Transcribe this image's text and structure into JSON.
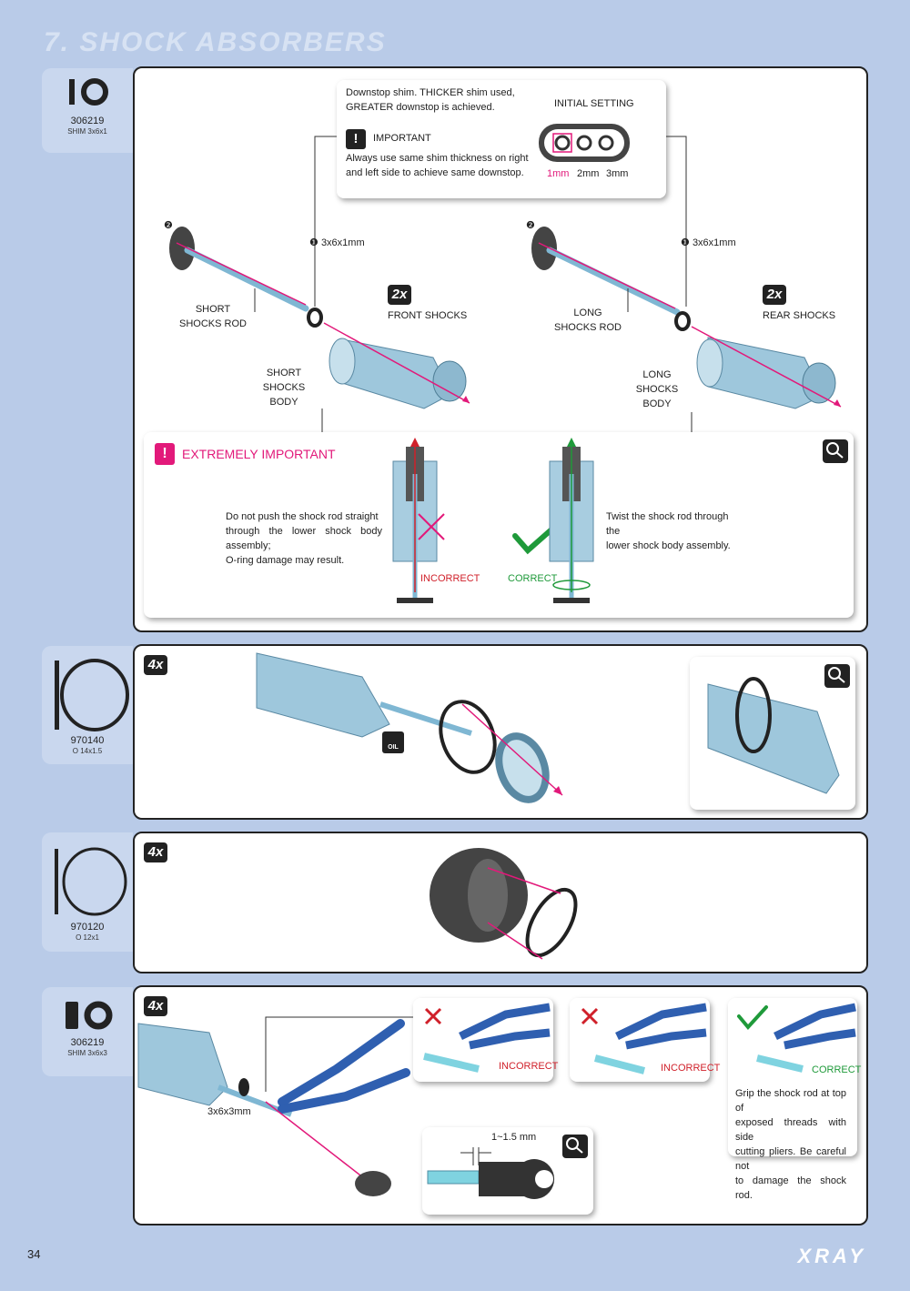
{
  "page_title": "7. SHOCK ABSORBERS",
  "page_number": "34",
  "brand": "XRAY",
  "parts": [
    {
      "number": "306219",
      "desc": "SHIM 3x6x1"
    },
    {
      "number": "970140",
      "desc": "O 14x1.5"
    },
    {
      "number": "970120",
      "desc": "O 12x1"
    },
    {
      "number": "306219",
      "desc": "SHIM 3x6x3"
    }
  ],
  "step1": {
    "info_text_1": "Downstop shim. THICKER shim used,",
    "info_text_2": "GREATER downstop is achieved.",
    "important_label": "IMPORTANT",
    "important_text_1": "Always use same shim thickness on right",
    "important_text_2": "and left side to achieve same downstop.",
    "initial_setting": "INITIAL SETTING",
    "setting_1": "1mm",
    "setting_2": "2mm",
    "setting_3": "3mm",
    "marker_1": "❶",
    "marker_2": "❷",
    "shim_label": "3x6x1mm",
    "front_qty": "2x",
    "front_shocks": "FRONT SHOCKS",
    "short_rod_1": "SHORT",
    "short_rod_2": "SHOCKS ROD",
    "short_body_1": "SHORT",
    "short_body_2": "SHOCKS BODY",
    "rear_qty": "2x",
    "rear_shocks": "REAR SHOCKS",
    "long_rod_1": "LONG",
    "long_rod_2": "SHOCKS ROD",
    "long_body_1": "LONG",
    "long_body_2": "SHOCKS BODY",
    "extremely_important": "EXTREMELY IMPORTANT",
    "incorrect_text_1": "Do not push the shock rod straight",
    "incorrect_text_2": "through the lower shock body assembly;",
    "incorrect_text_3": "O-ring damage may result.",
    "incorrect_label": "INCORRECT",
    "correct_label": "CORRECT",
    "correct_text_1": "Twist the shock rod through the",
    "correct_text_2": "lower shock body assembly.",
    "detail_label": "DETAIL"
  },
  "step2": {
    "qty": "4x",
    "oil_label": "OIL",
    "detail_label": "DETAIL"
  },
  "step3": {
    "qty": "4x"
  },
  "step4": {
    "qty": "4x",
    "shim_label": "3x6x3mm",
    "incorrect_label_1": "INCORRECT",
    "incorrect_label_2": "INCORRECT",
    "correct_label": "CORRECT",
    "grip_text_1": "Grip the shock rod at top of",
    "grip_text_2": "exposed threads with side",
    "grip_text_3": "cutting pliers. Be careful not",
    "grip_text_4": "to damage the shock rod.",
    "measure_label": "1~1.5 mm",
    "detail_label": "DETAIL"
  },
  "colors": {
    "background": "#b9cbe8",
    "accent_magenta": "#e2197a",
    "incorrect_red": "#d0202a",
    "correct_green": "#1f9a3a",
    "plier_blue": "#2f5fb0"
  }
}
